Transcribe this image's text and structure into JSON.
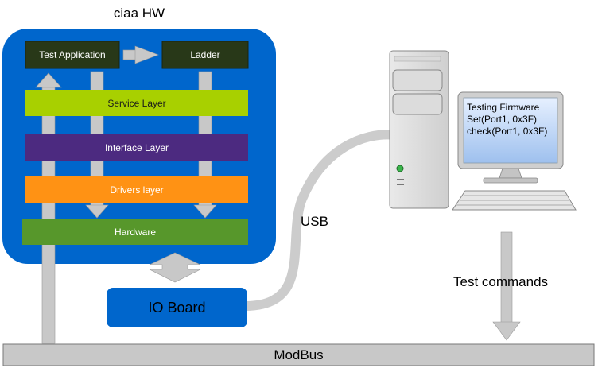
{
  "title": "ciaa HW",
  "layers": {
    "test_application": "Test Application",
    "ladder": "Ladder",
    "service": "Service Layer",
    "interface": "Interface Layer",
    "drivers": "Drivers layer",
    "hardware": "Hardware"
  },
  "io_board": "IO Board",
  "usb_label": "USB",
  "modbus_label": "ModBus",
  "test_commands_label": "Test commands",
  "monitor_text": {
    "line1": "Testing Firmware",
    "line2": "Set(Port1, 0x3F)",
    "line3": "check(Port1, 0x3F)"
  },
  "colors": {
    "board_blue": "#0066cc",
    "service_green": "#a8d000",
    "interface_purple": "#4c2a80",
    "drivers_orange": "#ff9214",
    "hardware_green": "#57972b",
    "top_box_dark": "#283818",
    "connector_gray": "#c8c8c8"
  }
}
